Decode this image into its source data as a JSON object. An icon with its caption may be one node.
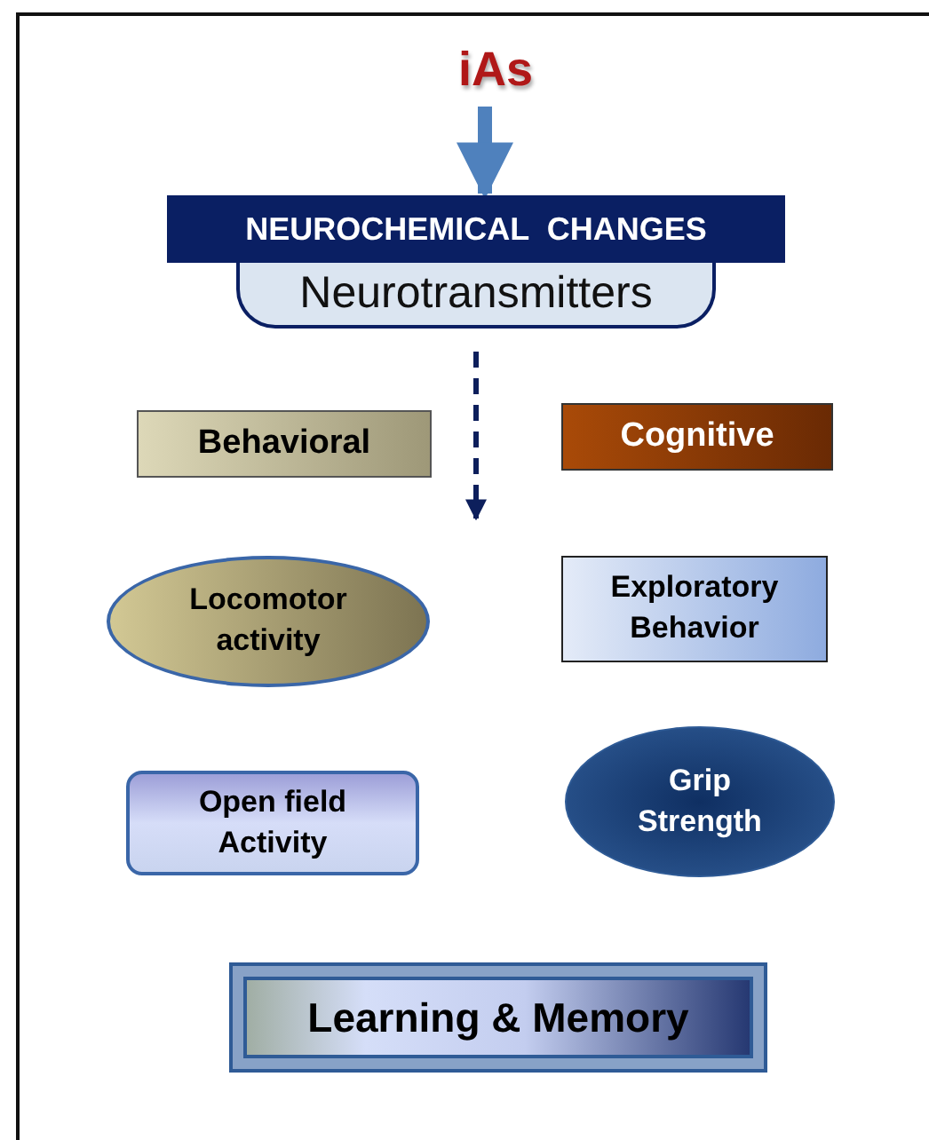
{
  "diagram": {
    "nodes": [
      {
        "text": [
          "iAs"
        ]
      },
      {
        "text": [
          "NEUROCHEMICAL  CHANGES"
        ]
      },
      {
        "text": [
          "Neurotransmitters"
        ]
      },
      {
        "text": [
          "Behavioral"
        ]
      },
      {
        "text": [
          "Cognitive"
        ]
      },
      {
        "text": [
          "Locomotor activity"
        ]
      },
      {
        "text": [
          "Exploratory Behavior"
        ]
      },
      {
        "text": [
          "Open field Activity"
        ]
      },
      {
        "text": [
          "Grip Strength"
        ]
      },
      {
        "text": [
          "Learning & Memory"
        ]
      }
    ],
    "edges": [
      {
        "from": 0,
        "to": 1,
        "arrow": "to",
        "style": "thick",
        "color": "#4f81bd"
      },
      {
        "from": 2,
        "to": null,
        "arrow": "to",
        "style": "dashed",
        "color": "#0d1f5c"
      }
    ]
  }
}
